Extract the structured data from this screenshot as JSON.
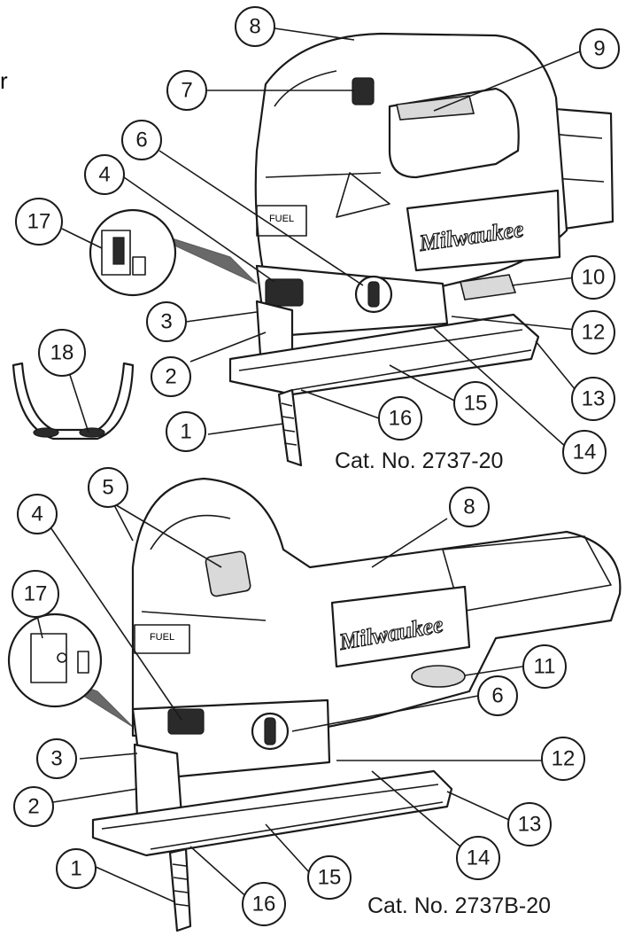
{
  "edge_fragment": "r",
  "figures": [
    {
      "model_label": "Cat. No. 2737-20",
      "callouts": [
        "1",
        "2",
        "3",
        "4",
        "6",
        "7",
        "8",
        "9",
        "10",
        "12",
        "13",
        "14",
        "15",
        "16",
        "17",
        "18"
      ]
    },
    {
      "model_label": "Cat. No. 2737B-20",
      "callouts": [
        "1",
        "2",
        "3",
        "4",
        "5",
        "6",
        "8",
        "11",
        "12",
        "13",
        "14",
        "15",
        "16",
        "17"
      ]
    }
  ],
  "logo_text": "Milwaukee",
  "badge_text": "FUEL"
}
